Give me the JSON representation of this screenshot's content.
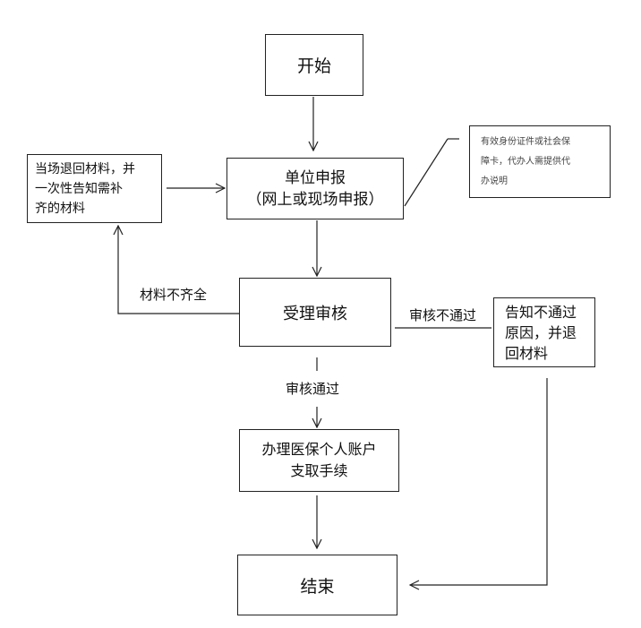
{
  "nodes": {
    "start": "开始",
    "declare_line1": "单位申报",
    "declare_line2": "（网上或现场申报）",
    "review": "受理审核",
    "process_line1": "办理医保个人账户",
    "process_line2": "支取手续",
    "end": "结束",
    "return_line1": "当场退回材料，并",
    "return_line2": "一次性告知需补",
    "return_line3": "齐的材料",
    "reject_line1": "告知不通过",
    "reject_line2": "原因，并退",
    "reject_line3": "回材料"
  },
  "annotation": {
    "line1": "有效身份证件或社会保",
    "line2": "障卡，代办人需提供代",
    "line3": "办说明"
  },
  "edges": {
    "incomplete": "材料不齐全",
    "not_passed": "审核不通过",
    "passed": "审核通过"
  }
}
